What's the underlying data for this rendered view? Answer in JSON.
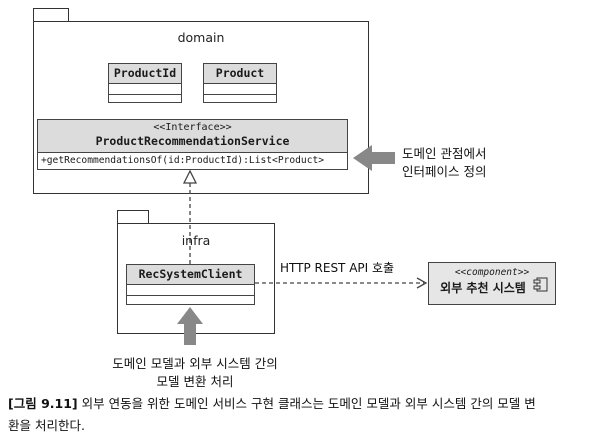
{
  "packages": {
    "domain": {
      "label": "domain"
    },
    "infra": {
      "label": "infra"
    }
  },
  "classes": {
    "product_id": "ProductId",
    "product": "Product",
    "rec_system_client": "RecSystemClient"
  },
  "interface": {
    "stereotype": "<<Interface>>",
    "name": "ProductRecommendationService",
    "method": "+getRecommendationsOf(id:ProductId):List<Product>"
  },
  "component": {
    "stereotype": "<<component>>",
    "name": "외부 추천 시스템"
  },
  "connector_label": "HTTP REST API 호출",
  "notes": {
    "domain_view": [
      "도메인 관점에서",
      "인터페이스 정의"
    ],
    "conversion": [
      "도메인 모델과 외부 시스템 간의",
      "모델 변환 처리"
    ]
  },
  "caption": {
    "tag": "[그림 9.11]",
    "line1": "외부 연동을 위한 도메인 서비스 구현 클래스는 도메인 모델과 외부 시스템 간의 모델 변",
    "line2": "환을 처리한다."
  },
  "colors": {
    "class_header": "#dcdcdc",
    "component_fill": "#e6e6e6",
    "arrow_gray": "#888888"
  }
}
